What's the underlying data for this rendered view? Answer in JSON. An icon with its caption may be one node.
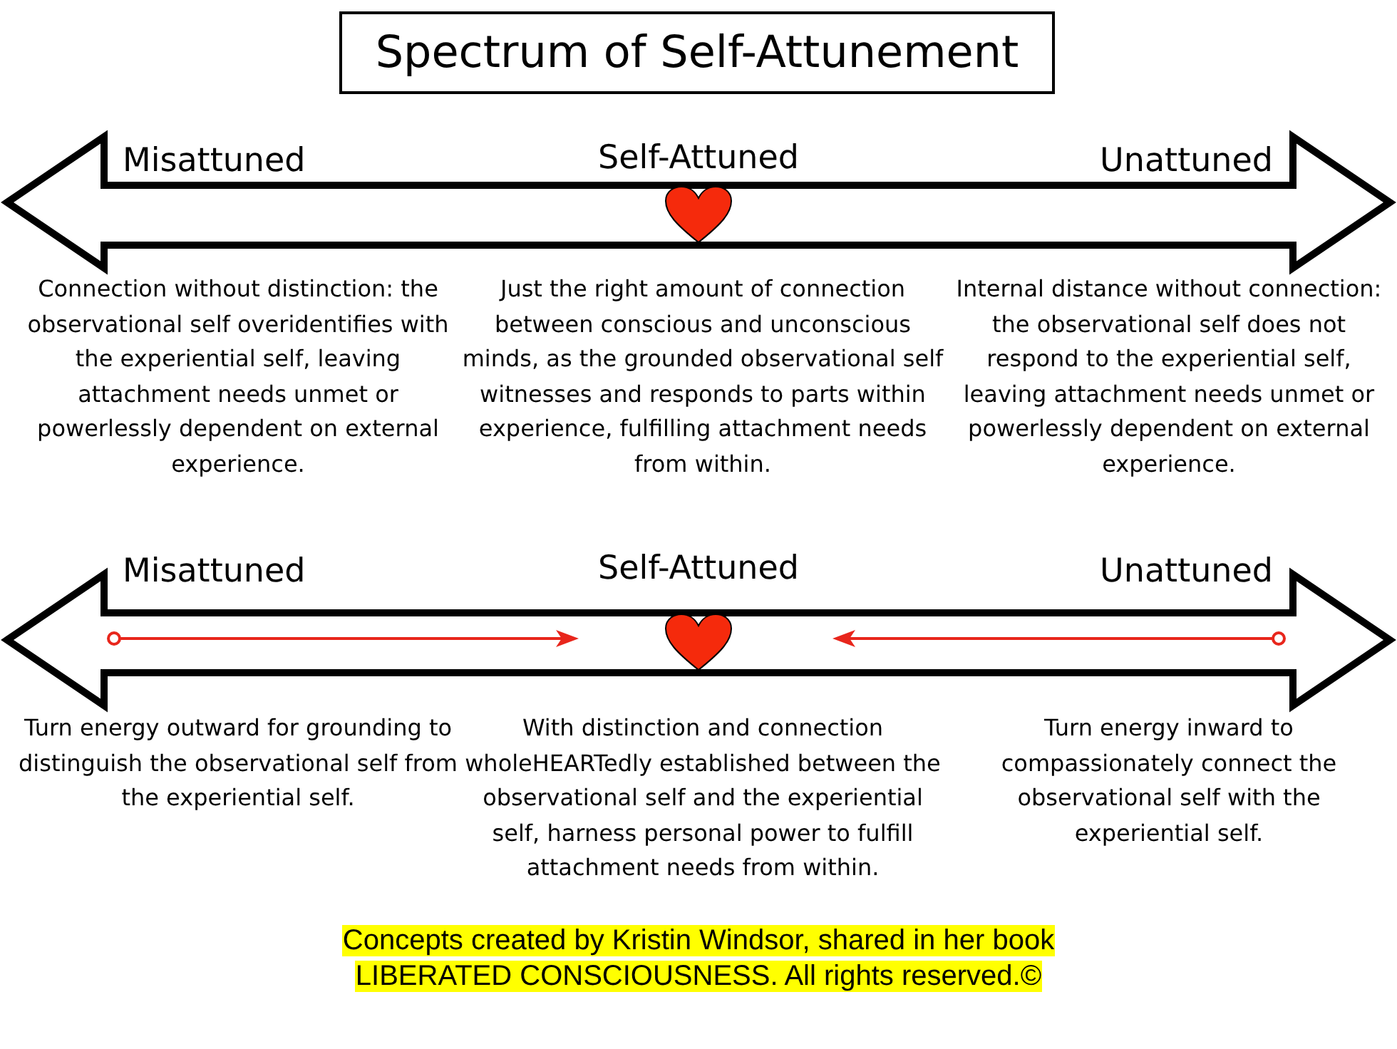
{
  "diagram": {
    "title": "Spectrum of Self-Attunement",
    "labels": [
      "Misattuned",
      "Self-Attuned",
      "Unattuned",
      "Connection without distinction: the observational self overidentifies with the experiential self, leaving attachment needs unmet or powerlessly dependent on external experience.",
      "Just the right amount of connection between conscious and unconscious minds, as the grounded observational self witnesses and responds to parts within experience, fulfilling attachment needs from within.",
      "Internal distance without connection: the observational self does not respond to the experiential self, leaving attachment needs unmet or powerlessly dependent on external experience.",
      "Misattuned",
      "Self-Attuned",
      "Unattuned",
      "Turn energy outward for grounding to distinguish the observational self from the experiential self.",
      "With distinction and connection wholeHEARTedly established between the observational self and the experiential self, harness personal power to fulfill attachment needs from within.",
      "Turn energy inward to compassionately connect the observational self with the experiential self."
    ],
    "caption": "Concepts created by Kristin Windsor, shared in her book LIBERATED CONSCIOUSNESS. All rights reserved.©"
  }
}
